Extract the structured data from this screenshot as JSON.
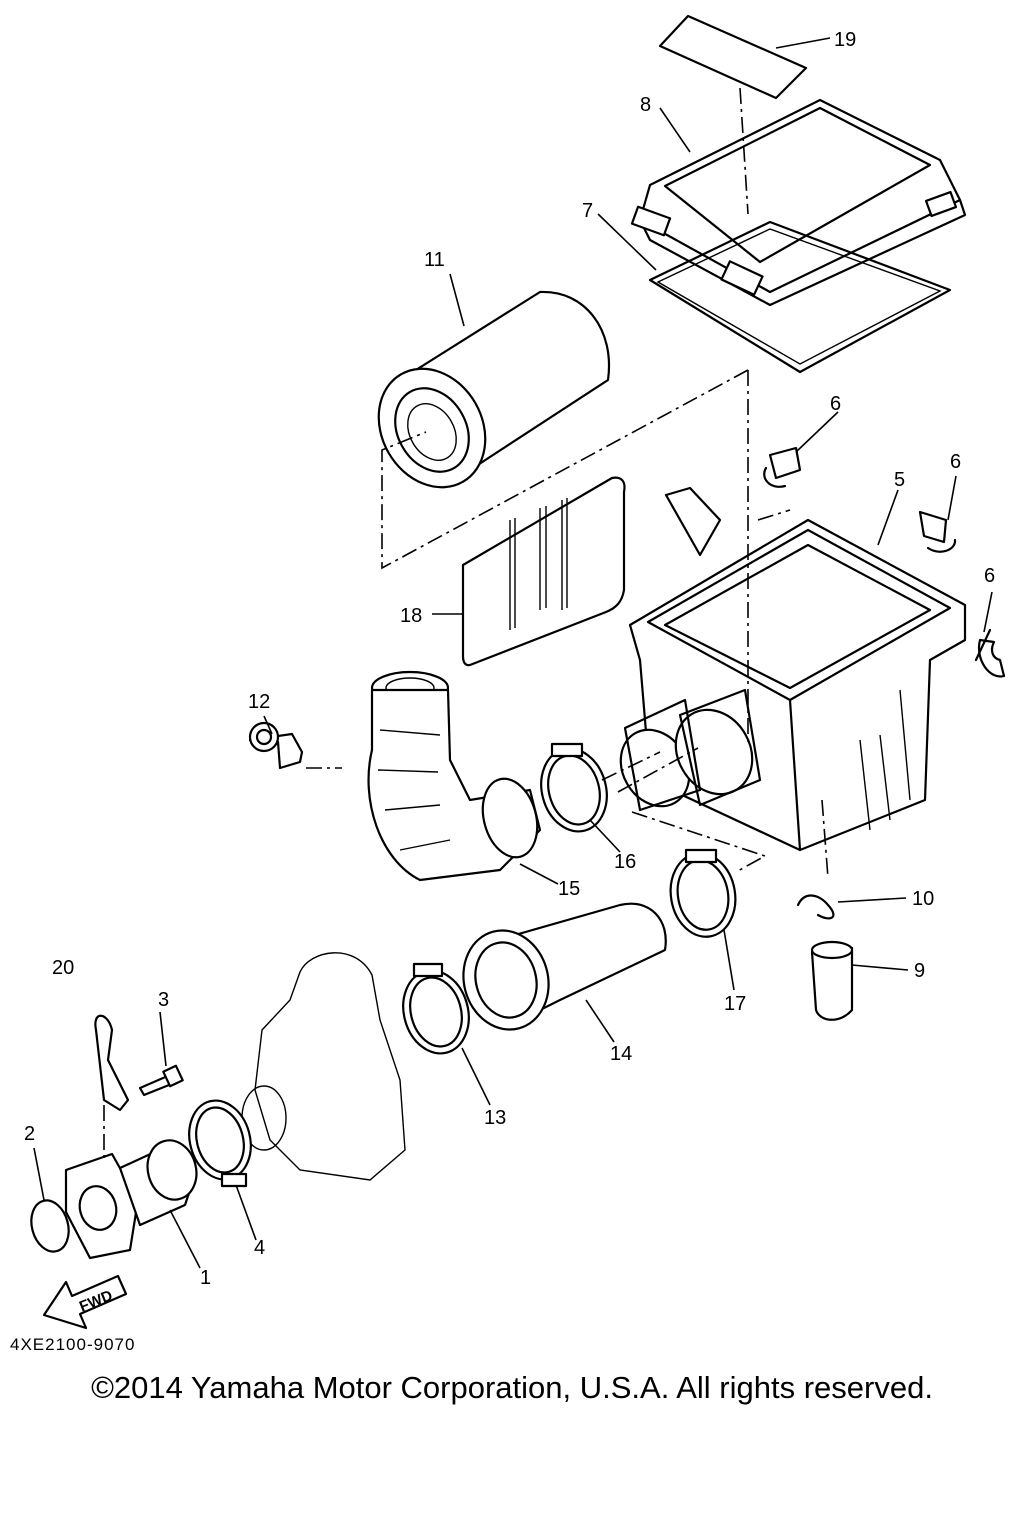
{
  "diagram": {
    "callouts": [
      "1",
      "2",
      "3",
      "4",
      "5",
      "6",
      "6",
      "6",
      "7",
      "8",
      "9",
      "10",
      "11",
      "12",
      "13",
      "14",
      "15",
      "16",
      "17",
      "18",
      "19",
      "20"
    ],
    "fwd_label": "FWD"
  },
  "footer": {
    "diagram_code": "4XE2100-9070",
    "copyright": "©2014 Yamaha Motor Corporation, U.S.A. All rights reserved."
  }
}
